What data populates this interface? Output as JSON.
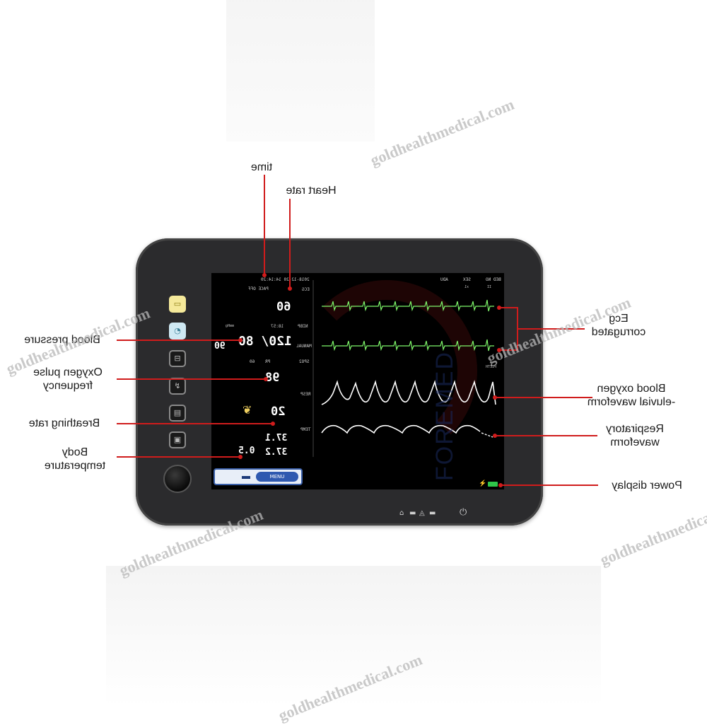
{
  "watermark": "goldhealthmedical.com",
  "brand": "FOREMED",
  "callouts": {
    "time": "time",
    "heart_rate": "Heart rate",
    "blood_pressure": "Blood pressure",
    "oxygen_pulse": "Oxygen pulse\nfrequency",
    "breathing_rate": "Breathing rate",
    "body_temperature": "Body\ntemperature",
    "ecg": "Ecg\ncorrugated",
    "blood_oxygen": "Blood oxygen\n-eluvial waveform",
    "respiratory": "Respiratory\nwaveform",
    "power": "Power display"
  },
  "monitor": {
    "datetime": "2018-12-20 14:14:20",
    "bed": "BED NO",
    "sex": "SEX",
    "adu": "ADU",
    "paced": "PACE OFF",
    "ecg_label": "ECG",
    "heart_rate": "60",
    "nibp_label": "NIBP",
    "nibp_time": "18:57",
    "nibp_unit": "mmHg",
    "manual": "MANUAL",
    "bp_sys_dia": "120/ 80",
    "bp_map": "90",
    "spo2_label": "SPO2",
    "spo2_value": "98",
    "pr_label": "PR",
    "pr_value": "60",
    "resp_label": "RESP",
    "resp_value": "20",
    "temp_label": "TEMP",
    "temp_t1": "37.1",
    "temp_t2": "37.2",
    "temp_td": "0.5",
    "menu_button": "MENU",
    "pleth": "PLETH",
    "lead_ii": "II",
    "gain": "x1"
  },
  "colors": {
    "callout": "#d01c1c",
    "ecg_wave": "#7ef56a",
    "wave_white": "#ffffff"
  }
}
